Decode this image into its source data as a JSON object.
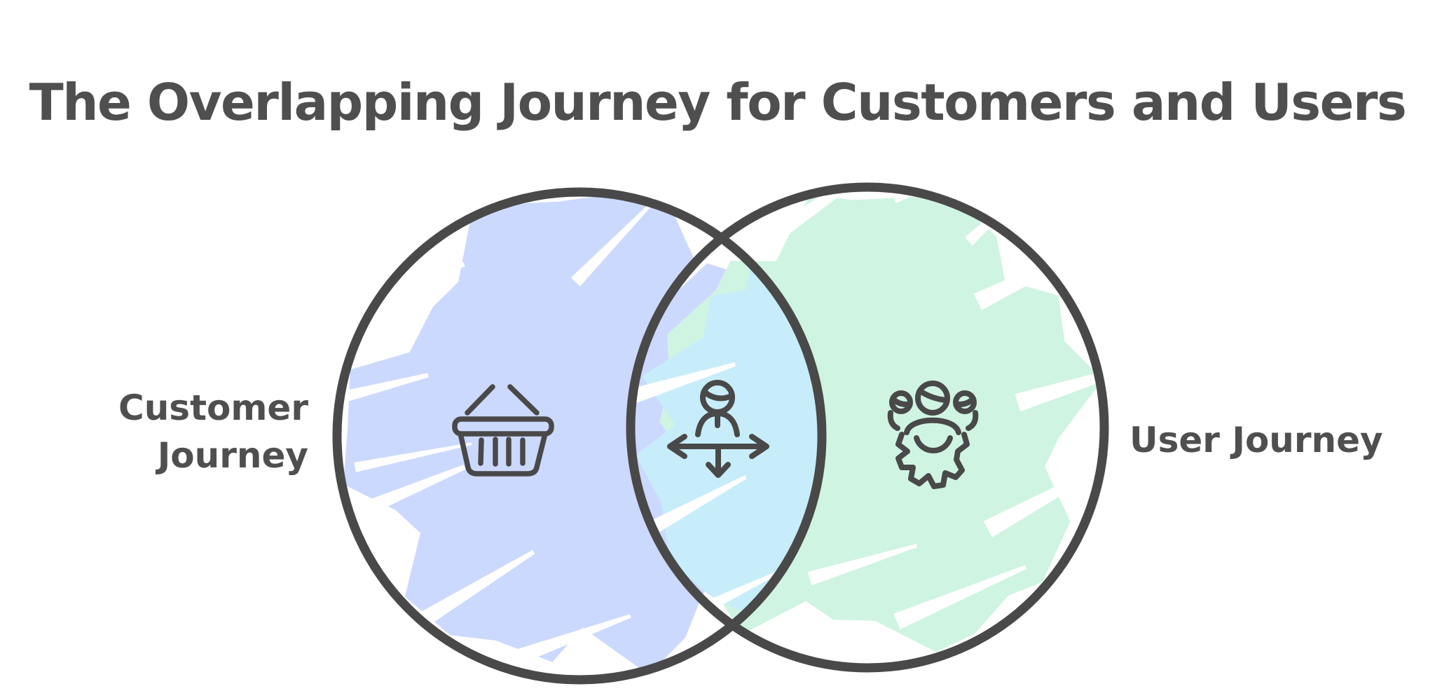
{
  "title": "The Overlapping Journey for Customers and Users",
  "diagram": {
    "ink": "#494949",
    "background": "#ffffff",
    "left_circle": {
      "label": "Customer Journey",
      "icon": "shopping-basket-icon",
      "fill": "#ccd9fe"
    },
    "right_circle": {
      "label": "User Journey",
      "icon": "team-gear-icon",
      "fill": "#d0f4e2"
    },
    "overlap": {
      "icon": "person-move-icon",
      "fill": "#c8edfa"
    }
  }
}
